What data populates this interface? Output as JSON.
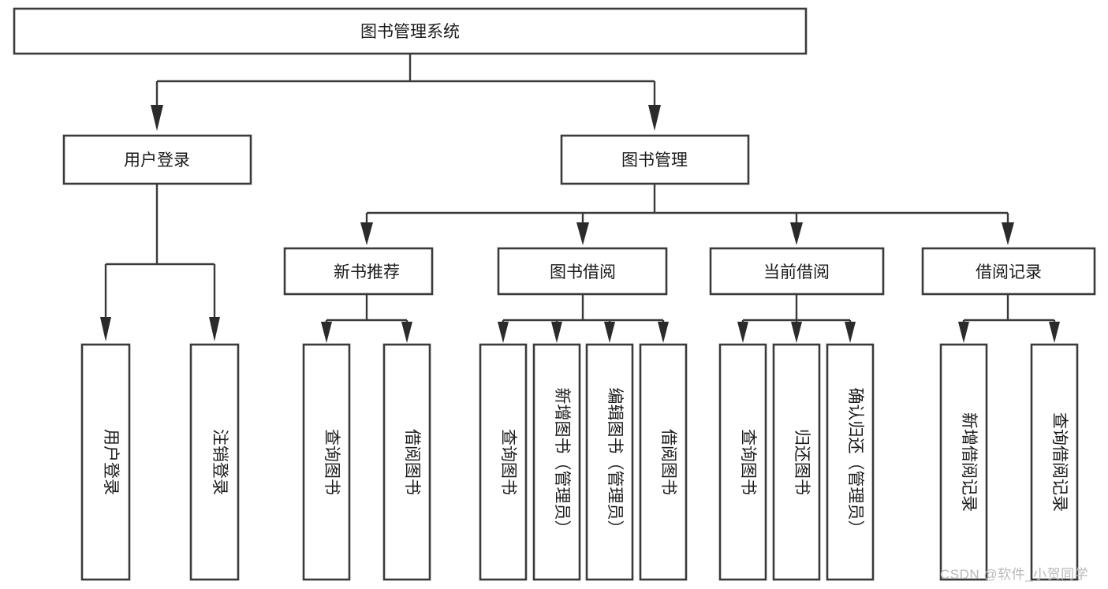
{
  "diagram": {
    "type": "tree",
    "title": "图书管理系统",
    "orientation": "top-down",
    "levels": 3,
    "root": {
      "label": "图书管理系统"
    },
    "level1": [
      {
        "id": "user-login",
        "label": "用户登录"
      },
      {
        "id": "book-management",
        "label": "图书管理"
      }
    ],
    "level2": [
      {
        "id": "new-book-recommend",
        "label": "新书推荐",
        "parent": "book-management"
      },
      {
        "id": "book-borrow",
        "label": "图书借阅",
        "parent": "book-management"
      },
      {
        "id": "current-borrow",
        "label": "当前借阅",
        "parent": "book-management"
      },
      {
        "id": "borrow-record",
        "label": "借阅记录",
        "parent": "book-management"
      }
    ],
    "leaves": {
      "user-login": [
        {
          "id": "leaf-user-login",
          "label": "用户登录"
        },
        {
          "id": "leaf-logout-login",
          "label": "注销登录"
        }
      ],
      "new-book-recommend": [
        {
          "id": "leaf-query-book-1",
          "label": "查询图书"
        },
        {
          "id": "leaf-borrow-book-1",
          "label": "借阅图书"
        }
      ],
      "book-borrow": [
        {
          "id": "leaf-query-book-2",
          "label": "查询图书"
        },
        {
          "id": "leaf-add-book",
          "label": "新增图书（管理员）"
        },
        {
          "id": "leaf-edit-book",
          "label": "编辑图书（管理员）"
        },
        {
          "id": "leaf-borrow-book-2",
          "label": "借阅图书"
        }
      ],
      "current-borrow": [
        {
          "id": "leaf-query-book-3",
          "label": "查询图书"
        },
        {
          "id": "leaf-return-book",
          "label": "归还图书"
        },
        {
          "id": "leaf-confirm-return",
          "label": "确认归还（管理员）"
        }
      ],
      "borrow-record": [
        {
          "id": "leaf-add-record",
          "label": "新增借阅记录"
        },
        {
          "id": "leaf-query-record",
          "label": "查询借阅记录"
        }
      ]
    }
  },
  "watermark": {
    "text": "CSDN @软件_小贺同学"
  },
  "colors": {
    "background": "#ffffff",
    "box_stroke": "#3a3a3a",
    "box_fill": "#ffffff",
    "connector": "#3a3a3a",
    "text": "#1a1a1a",
    "watermark": "#b9b9b9"
  }
}
